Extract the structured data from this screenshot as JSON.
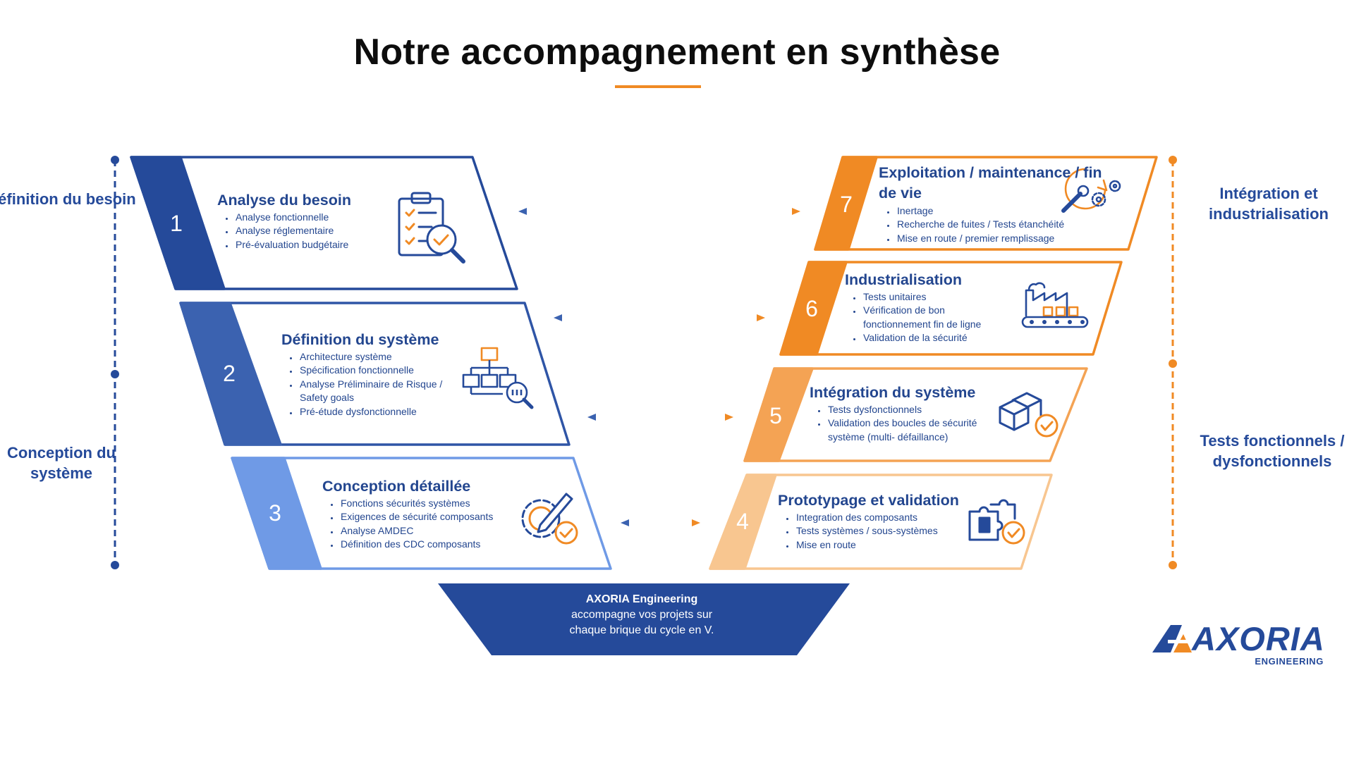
{
  "title": "Notre accompagnement en synthèse",
  "colors": {
    "blue_dark": "#254a9a",
    "blue_mid": "#3b62b0",
    "blue_light": "#6f9ae6",
    "orange_dark": "#f08a24",
    "orange_mid": "#f4a354",
    "orange_light": "#f8c690",
    "text_blue": "#23468f"
  },
  "left_phases": [
    {
      "label": "Définition du besoin"
    },
    {
      "label": "Conception du système"
    }
  ],
  "right_phases": [
    {
      "label": "Intégration et industrialisation"
    },
    {
      "label": "Tests fonctionnels / dysfonctionnels"
    }
  ],
  "steps": [
    {
      "number": "1",
      "title": "Analyse du besoin",
      "icon": "clipboard-check-icon",
      "items": [
        "Analyse fonctionnelle",
        "Analyse réglementaire",
        "Pré-évaluation budgétaire"
      ]
    },
    {
      "number": "2",
      "title": "Définition du système",
      "icon": "architecture-search-icon",
      "items": [
        "Architecture système",
        "Spécification fonctionnelle",
        "Analyse Préliminaire de Risque / Safety goals",
        "Pré-étude dysfonctionnelle"
      ]
    },
    {
      "number": "3",
      "title": "Conception détaillée",
      "icon": "gear-pencil-icon",
      "items": [
        "Fonctions sécurités systèmes",
        "Exigences de sécurité composants",
        "Analyse AMDEC",
        "Définition des CDC composants"
      ]
    },
    {
      "number": "4",
      "title": "Prototypage et validation",
      "icon": "puzzle-check-icon",
      "items": [
        "Integration des composants",
        "Tests systèmes / sous-systèmes",
        "Mise en route"
      ]
    },
    {
      "number": "5",
      "title": "Intégration du système",
      "icon": "boxes-check-icon",
      "items": [
        "Tests dysfonctionnels",
        "Validation des boucles de sécurité système (multi- défaillance)"
      ]
    },
    {
      "number": "6",
      "title": "Industrialisation",
      "icon": "factory-conveyor-icon",
      "items": [
        "Tests unitaires",
        "Vérification de bon fonctionnement fin de ligne",
        "Validation de la sécurité"
      ]
    },
    {
      "number": "7",
      "title": "Exploitation / maintenance / fin de vie",
      "icon": "wrench-gears-icon",
      "items": [
        "Inertage",
        "Recherche de fuites / Tests étanchéité",
        "Mise en route / premier remplissage"
      ]
    }
  ],
  "funnel": {
    "company": "AXORIA Engineering",
    "line1": "accompagne vos projets sur",
    "line2": "chaque brique du cycle en V."
  },
  "logo": {
    "name": "AXORIA",
    "subtitle": "ENGINEERING"
  }
}
